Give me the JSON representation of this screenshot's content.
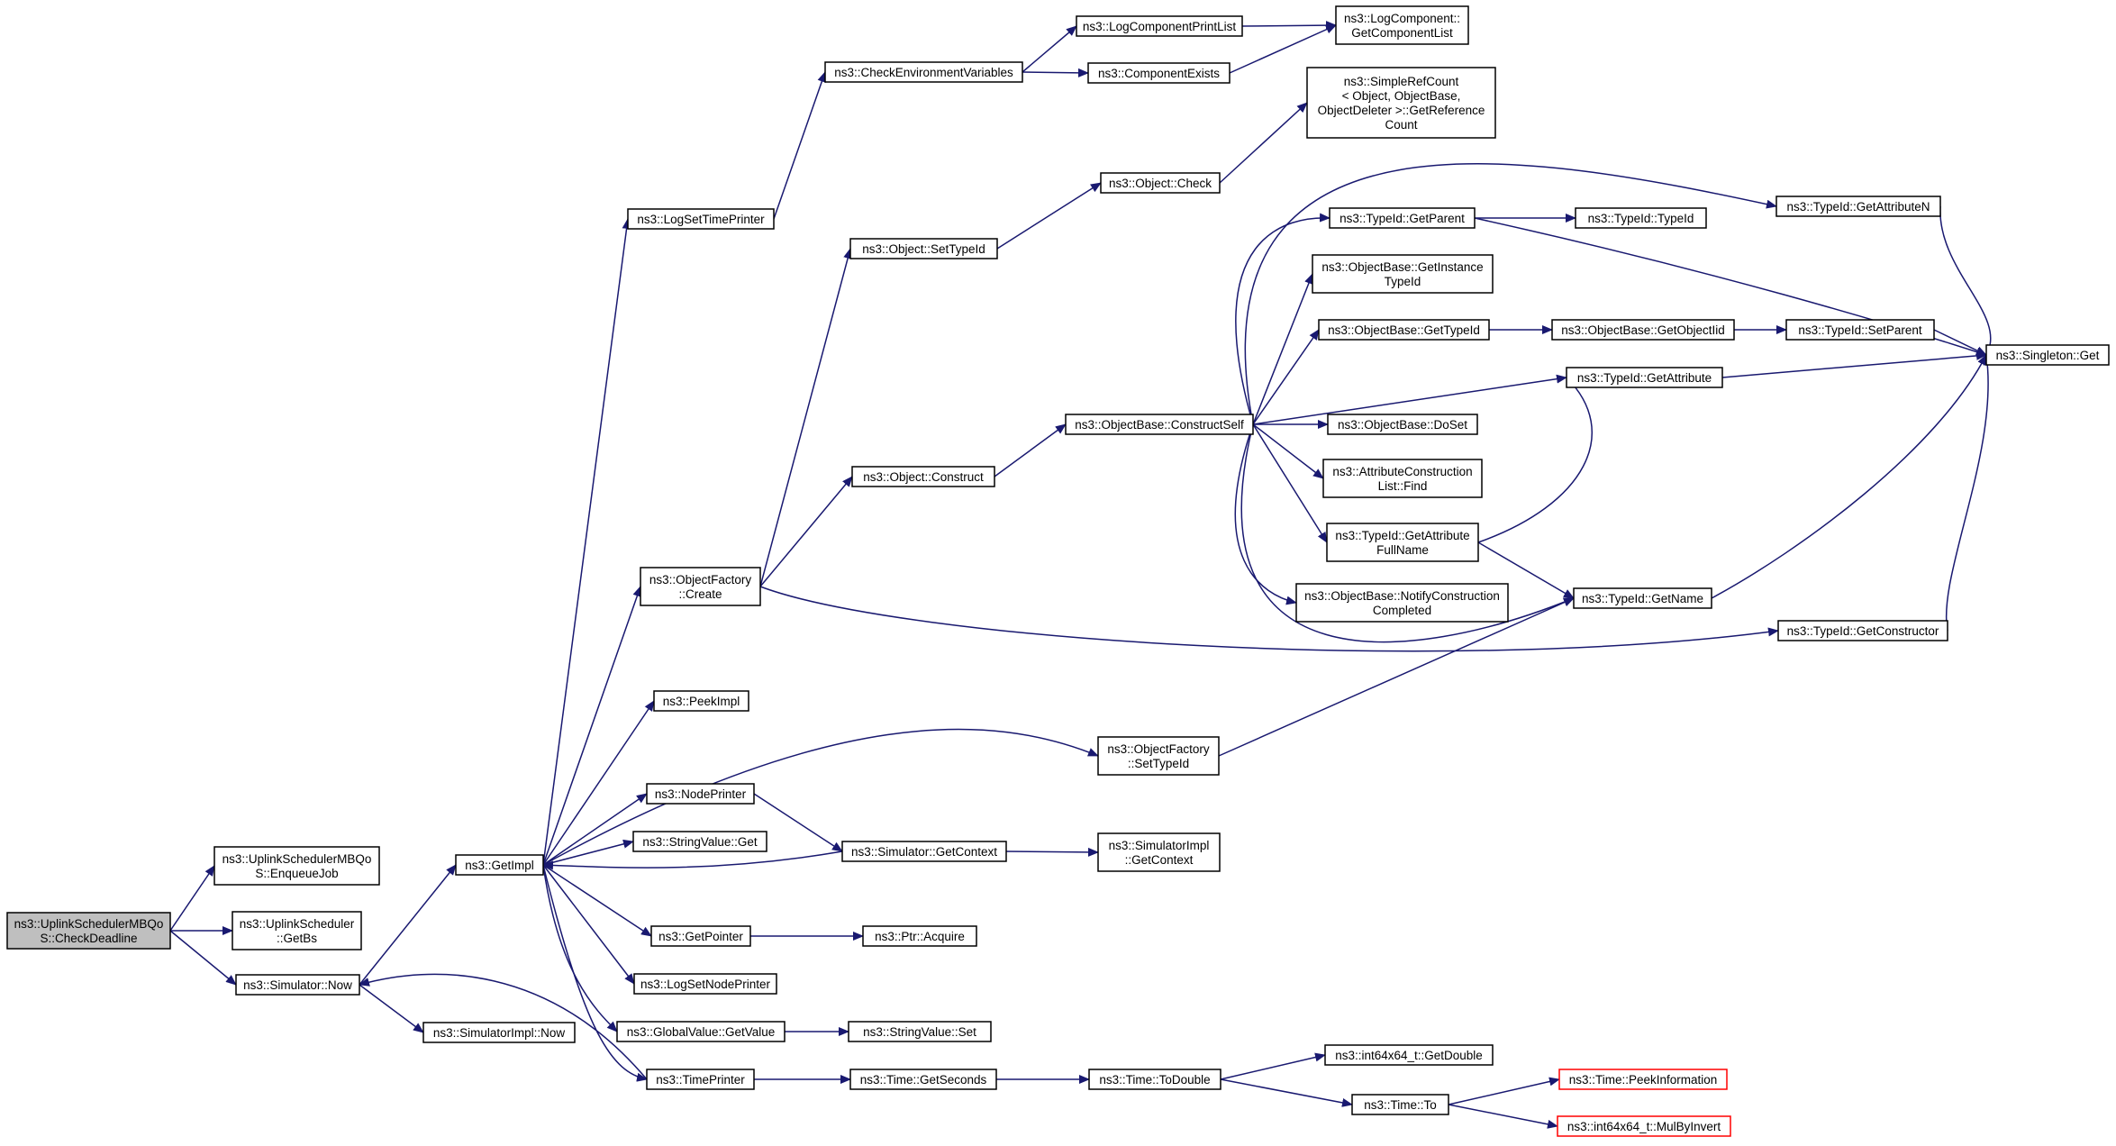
{
  "colors": {
    "edge": "#191970",
    "root_fill": "#bfbfbf",
    "node_fill": "#ffffff",
    "node_border": "#000000",
    "truncated_border": "#ff0000"
  },
  "nodes": [
    {
      "id": "root",
      "lines": [
        "ns3::UplinkSchedulerMBQo",
        "S::CheckDeadline"
      ],
      "role": "root"
    },
    {
      "id": "enqueue",
      "lines": [
        "ns3::UplinkSchedulerMBQo",
        "S::EnqueueJob"
      ]
    },
    {
      "id": "getbs",
      "lines": [
        "ns3::UplinkScheduler",
        "::GetBs"
      ]
    },
    {
      "id": "simnow",
      "lines": [
        "ns3::Simulator::Now"
      ]
    },
    {
      "id": "simimplnow",
      "lines": [
        "ns3::SimulatorImpl::Now"
      ]
    },
    {
      "id": "getimpl",
      "lines": [
        "ns3::GetImpl"
      ]
    },
    {
      "id": "logsettime",
      "lines": [
        "ns3::LogSetTimePrinter"
      ]
    },
    {
      "id": "checkenv",
      "lines": [
        "ns3::CheckEnvironmentVariables"
      ]
    },
    {
      "id": "logprintlist",
      "lines": [
        "ns3::LogComponentPrintList"
      ]
    },
    {
      "id": "compexists",
      "lines": [
        "ns3::ComponentExists"
      ]
    },
    {
      "id": "getcomplist",
      "lines": [
        "ns3::LogComponent::",
        "GetComponentList"
      ]
    },
    {
      "id": "simplerefcount",
      "lines": [
        "ns3::SimpleRefCount",
        "< Object, ObjectBase,",
        "ObjectDeleter >::GetReference",
        "Count"
      ]
    },
    {
      "id": "objcheck",
      "lines": [
        "ns3::Object::Check"
      ]
    },
    {
      "id": "objsettypeid",
      "lines": [
        "ns3::Object::SetTypeId"
      ]
    },
    {
      "id": "objconstruct",
      "lines": [
        "ns3::Object::Construct"
      ]
    },
    {
      "id": "constructself",
      "lines": [
        "ns3::ObjectBase::ConstructSelf"
      ]
    },
    {
      "id": "getparent",
      "lines": [
        "ns3::TypeId::GetParent"
      ]
    },
    {
      "id": "typeid",
      "lines": [
        "ns3::TypeId::TypeId"
      ]
    },
    {
      "id": "getattrn",
      "lines": [
        "ns3::TypeId::GetAttributeN"
      ]
    },
    {
      "id": "getinsttypeid",
      "lines": [
        "ns3::ObjectBase::GetInstance",
        "TypeId"
      ]
    },
    {
      "id": "gettypeid",
      "lines": [
        "ns3::ObjectBase::GetTypeId"
      ]
    },
    {
      "id": "getobjectiid",
      "lines": [
        "ns3::ObjectBase::GetObjectIid"
      ]
    },
    {
      "id": "setparent",
      "lines": [
        "ns3::TypeId::SetParent"
      ]
    },
    {
      "id": "singleton",
      "lines": [
        "ns3::Singleton::Get"
      ]
    },
    {
      "id": "getattr",
      "lines": [
        "ns3::TypeId::GetAttribute"
      ]
    },
    {
      "id": "doset",
      "lines": [
        "ns3::ObjectBase::DoSet"
      ]
    },
    {
      "id": "attrconstr",
      "lines": [
        "ns3::AttributeConstruction",
        "List::Find"
      ]
    },
    {
      "id": "getattrfull",
      "lines": [
        "ns3::TypeId::GetAttribute",
        "FullName"
      ]
    },
    {
      "id": "notify",
      "lines": [
        "ns3::ObjectBase::NotifyConstruction",
        "Completed"
      ]
    },
    {
      "id": "getname",
      "lines": [
        "ns3::TypeId::GetName"
      ]
    },
    {
      "id": "getconstructor",
      "lines": [
        "ns3::TypeId::GetConstructor"
      ]
    },
    {
      "id": "factcreate",
      "lines": [
        "ns3::ObjectFactory",
        "::Create"
      ]
    },
    {
      "id": "peekimpl",
      "lines": [
        "ns3::PeekImpl"
      ]
    },
    {
      "id": "factsettypeid",
      "lines": [
        "ns3::ObjectFactory",
        "::SetTypeId"
      ]
    },
    {
      "id": "nodeprinter",
      "lines": [
        "ns3::NodePrinter"
      ]
    },
    {
      "id": "strget",
      "lines": [
        "ns3::StringValue::Get"
      ]
    },
    {
      "id": "simgetctx",
      "lines": [
        "ns3::Simulator::GetContext"
      ]
    },
    {
      "id": "simimplctx",
      "lines": [
        "ns3::SimulatorImpl",
        "::GetContext"
      ]
    },
    {
      "id": "getpointer",
      "lines": [
        "ns3::GetPointer"
      ]
    },
    {
      "id": "ptracquire",
      "lines": [
        "ns3::Ptr::Acquire"
      ]
    },
    {
      "id": "logsetnode",
      "lines": [
        "ns3::LogSetNodePrinter"
      ]
    },
    {
      "id": "gvgetvalue",
      "lines": [
        "ns3::GlobalValue::GetValue"
      ]
    },
    {
      "id": "strset",
      "lines": [
        "ns3::StringValue::Set"
      ]
    },
    {
      "id": "timeprinter",
      "lines": [
        "ns3::TimePrinter"
      ]
    },
    {
      "id": "getseconds",
      "lines": [
        "ns3::Time::GetSeconds"
      ]
    },
    {
      "id": "todouble",
      "lines": [
        "ns3::Time::ToDouble"
      ]
    },
    {
      "id": "int64getdouble",
      "lines": [
        "ns3::int64x64_t::GetDouble"
      ]
    },
    {
      "id": "timeto",
      "lines": [
        "ns3::Time::To"
      ]
    },
    {
      "id": "peekinfo",
      "lines": [
        "ns3::Time::PeekInformation"
      ],
      "role": "truncated"
    },
    {
      "id": "mulbyinvert",
      "lines": [
        "ns3::int64x64_t::MulByInvert"
      ],
      "role": "truncated"
    }
  ],
  "edges": [
    [
      "root",
      "enqueue"
    ],
    [
      "root",
      "getbs"
    ],
    [
      "root",
      "simnow"
    ],
    [
      "simnow",
      "getimpl"
    ],
    [
      "simnow",
      "simimplnow"
    ],
    [
      "getimpl",
      "logsettime"
    ],
    [
      "getimpl",
      "factcreate"
    ],
    [
      "getimpl",
      "peekimpl"
    ],
    [
      "getimpl",
      "factsettypeid"
    ],
    [
      "getimpl",
      "nodeprinter"
    ],
    [
      "getimpl",
      "strget"
    ],
    [
      "getimpl",
      "getpointer"
    ],
    [
      "getimpl",
      "logsetnode"
    ],
    [
      "getimpl",
      "gvgetvalue"
    ],
    [
      "getimpl",
      "timeprinter"
    ],
    [
      "logsettime",
      "checkenv"
    ],
    [
      "checkenv",
      "logprintlist"
    ],
    [
      "checkenv",
      "compexists"
    ],
    [
      "logprintlist",
      "getcomplist"
    ],
    [
      "compexists",
      "getcomplist"
    ],
    [
      "factcreate",
      "objsettypeid"
    ],
    [
      "factcreate",
      "objconstruct"
    ],
    [
      "factcreate",
      "getconstructor"
    ],
    [
      "objsettypeid",
      "objcheck"
    ],
    [
      "objcheck",
      "simplerefcount"
    ],
    [
      "objconstruct",
      "constructself"
    ],
    [
      "constructself",
      "getparent"
    ],
    [
      "constructself",
      "getattrn"
    ],
    [
      "constructself",
      "getinsttypeid"
    ],
    [
      "constructself",
      "gettypeid"
    ],
    [
      "constructself",
      "getattr"
    ],
    [
      "constructself",
      "doset"
    ],
    [
      "constructself",
      "attrconstr"
    ],
    [
      "constructself",
      "getattrfull"
    ],
    [
      "constructself",
      "notify"
    ],
    [
      "constructself",
      "getname"
    ],
    [
      "getparent",
      "typeid"
    ],
    [
      "getparent",
      "singleton"
    ],
    [
      "getattrn",
      "singleton"
    ],
    [
      "gettypeid",
      "getobjectiid"
    ],
    [
      "getobjectiid",
      "setparent"
    ],
    [
      "setparent",
      "singleton"
    ],
    [
      "getattr",
      "singleton"
    ],
    [
      "getattrfull",
      "getattr"
    ],
    [
      "getattrfull",
      "getname"
    ],
    [
      "getname",
      "singleton"
    ],
    [
      "getconstructor",
      "singleton"
    ],
    [
      "factsettypeid",
      "getname"
    ],
    [
      "nodeprinter",
      "simgetctx"
    ],
    [
      "simgetctx",
      "getimpl"
    ],
    [
      "simgetctx",
      "simimplctx"
    ],
    [
      "getpointer",
      "ptracquire"
    ],
    [
      "gvgetvalue",
      "strset"
    ],
    [
      "timeprinter",
      "simnow"
    ],
    [
      "timeprinter",
      "getseconds"
    ],
    [
      "getseconds",
      "todouble"
    ],
    [
      "todouble",
      "int64getdouble"
    ],
    [
      "todouble",
      "timeto"
    ],
    [
      "timeto",
      "peekinfo"
    ],
    [
      "timeto",
      "mulbyinvert"
    ]
  ]
}
